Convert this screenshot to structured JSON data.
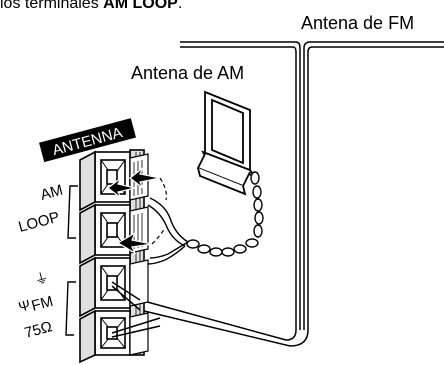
{
  "header": {
    "prefix": "los terminales ",
    "bold": "AM LOOP",
    "suffix": "."
  },
  "labels": {
    "fm_antenna": "Antena de FM",
    "am_antenna": "Antena de AM",
    "antenna_badge": "ANTENNA",
    "am": "AM",
    "loop": "LOOP",
    "fm": "FM",
    "ohms": "75Ω"
  },
  "colors": {
    "ink": "#000000",
    "paper": "#ffffff",
    "panel": "#e0e0e0"
  }
}
